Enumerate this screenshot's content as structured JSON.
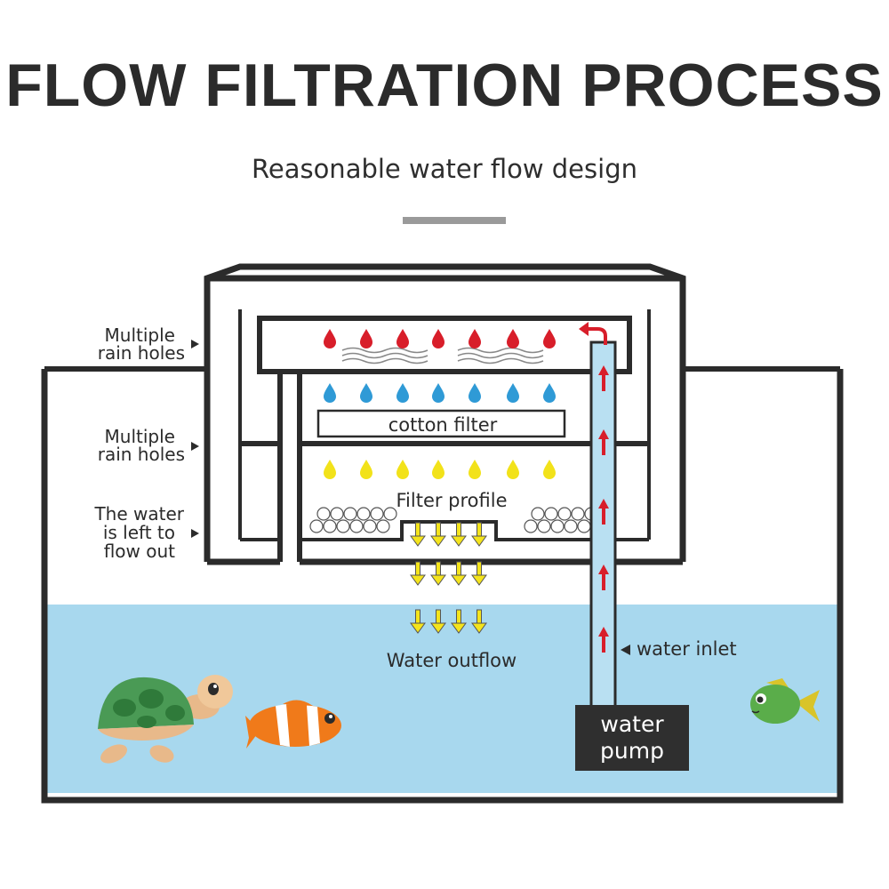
{
  "header": {
    "title": "FLOW FILTRATION PROCESS",
    "subtitle": "Reasonable water flow design"
  },
  "diagram": {
    "labels": {
      "rain_holes_top": [
        "Multiple",
        "rain holes"
      ],
      "rain_holes_mid": [
        "Multiple",
        "rain holes"
      ],
      "water_left_out": [
        "The water",
        "is left to",
        "flow out"
      ],
      "cotton_filter": "cotton filter",
      "filter_profile": "Filter profile",
      "water_outflow": "Water outflow",
      "water_inlet": "water inlet",
      "water_pump": [
        "water",
        "pump"
      ]
    },
    "colors": {
      "outline": "#2b2b2b",
      "water": "#a8d8ee",
      "pipe": "#b9e0f2",
      "drop_red": "#d81e2a",
      "drop_blue": "#2f9ad6",
      "drop_yellow": "#f2e21a",
      "arrow_yellow": "#f4e41c",
      "pump": "#2f2f2f"
    },
    "icons": [
      "turtle-icon",
      "clownfish-icon",
      "green-fish-icon"
    ]
  }
}
